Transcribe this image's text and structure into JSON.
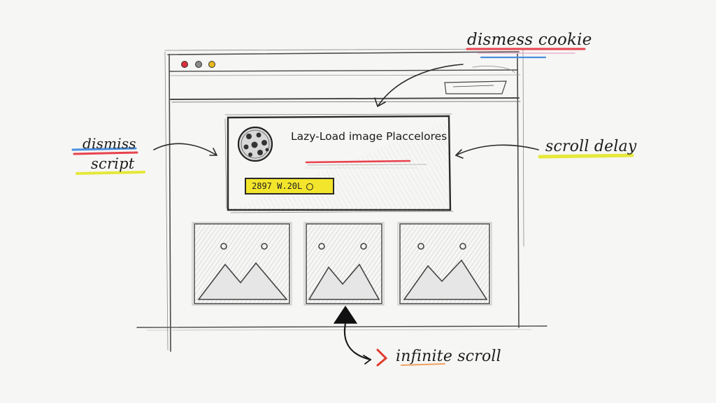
{
  "annotations": {
    "dismiss_cookie": "dismess cookie",
    "dismiss_script_line1": "dismiss",
    "dismiss_script_line2": "script",
    "scroll_delay": "scroll delay",
    "infinite_scroll": "infinite scroll"
  },
  "banner": {
    "title": "Lazy-Load image Placcelores",
    "button_label": "2897 W.20L"
  },
  "browser": {
    "window_controls": [
      "red-dot",
      "gray-dot",
      "yellow-dot"
    ]
  },
  "thumbnails": [
    {
      "icon": "image-placeholder-icon"
    },
    {
      "icon": "image-placeholder-icon"
    },
    {
      "icon": "image-placeholder-icon"
    }
  ],
  "colors": {
    "red_dot": "#d8303a",
    "gray_dot": "#8a8a8a",
    "yellow_dot": "#e8b820",
    "highlight_red": "#e8424e",
    "highlight_blue": "#4a8fe0",
    "highlight_yellow": "#e5e83a",
    "highlight_orange": "#f0a060",
    "button_yellow": "#f3e52b",
    "ink": "#2a2a2a"
  }
}
